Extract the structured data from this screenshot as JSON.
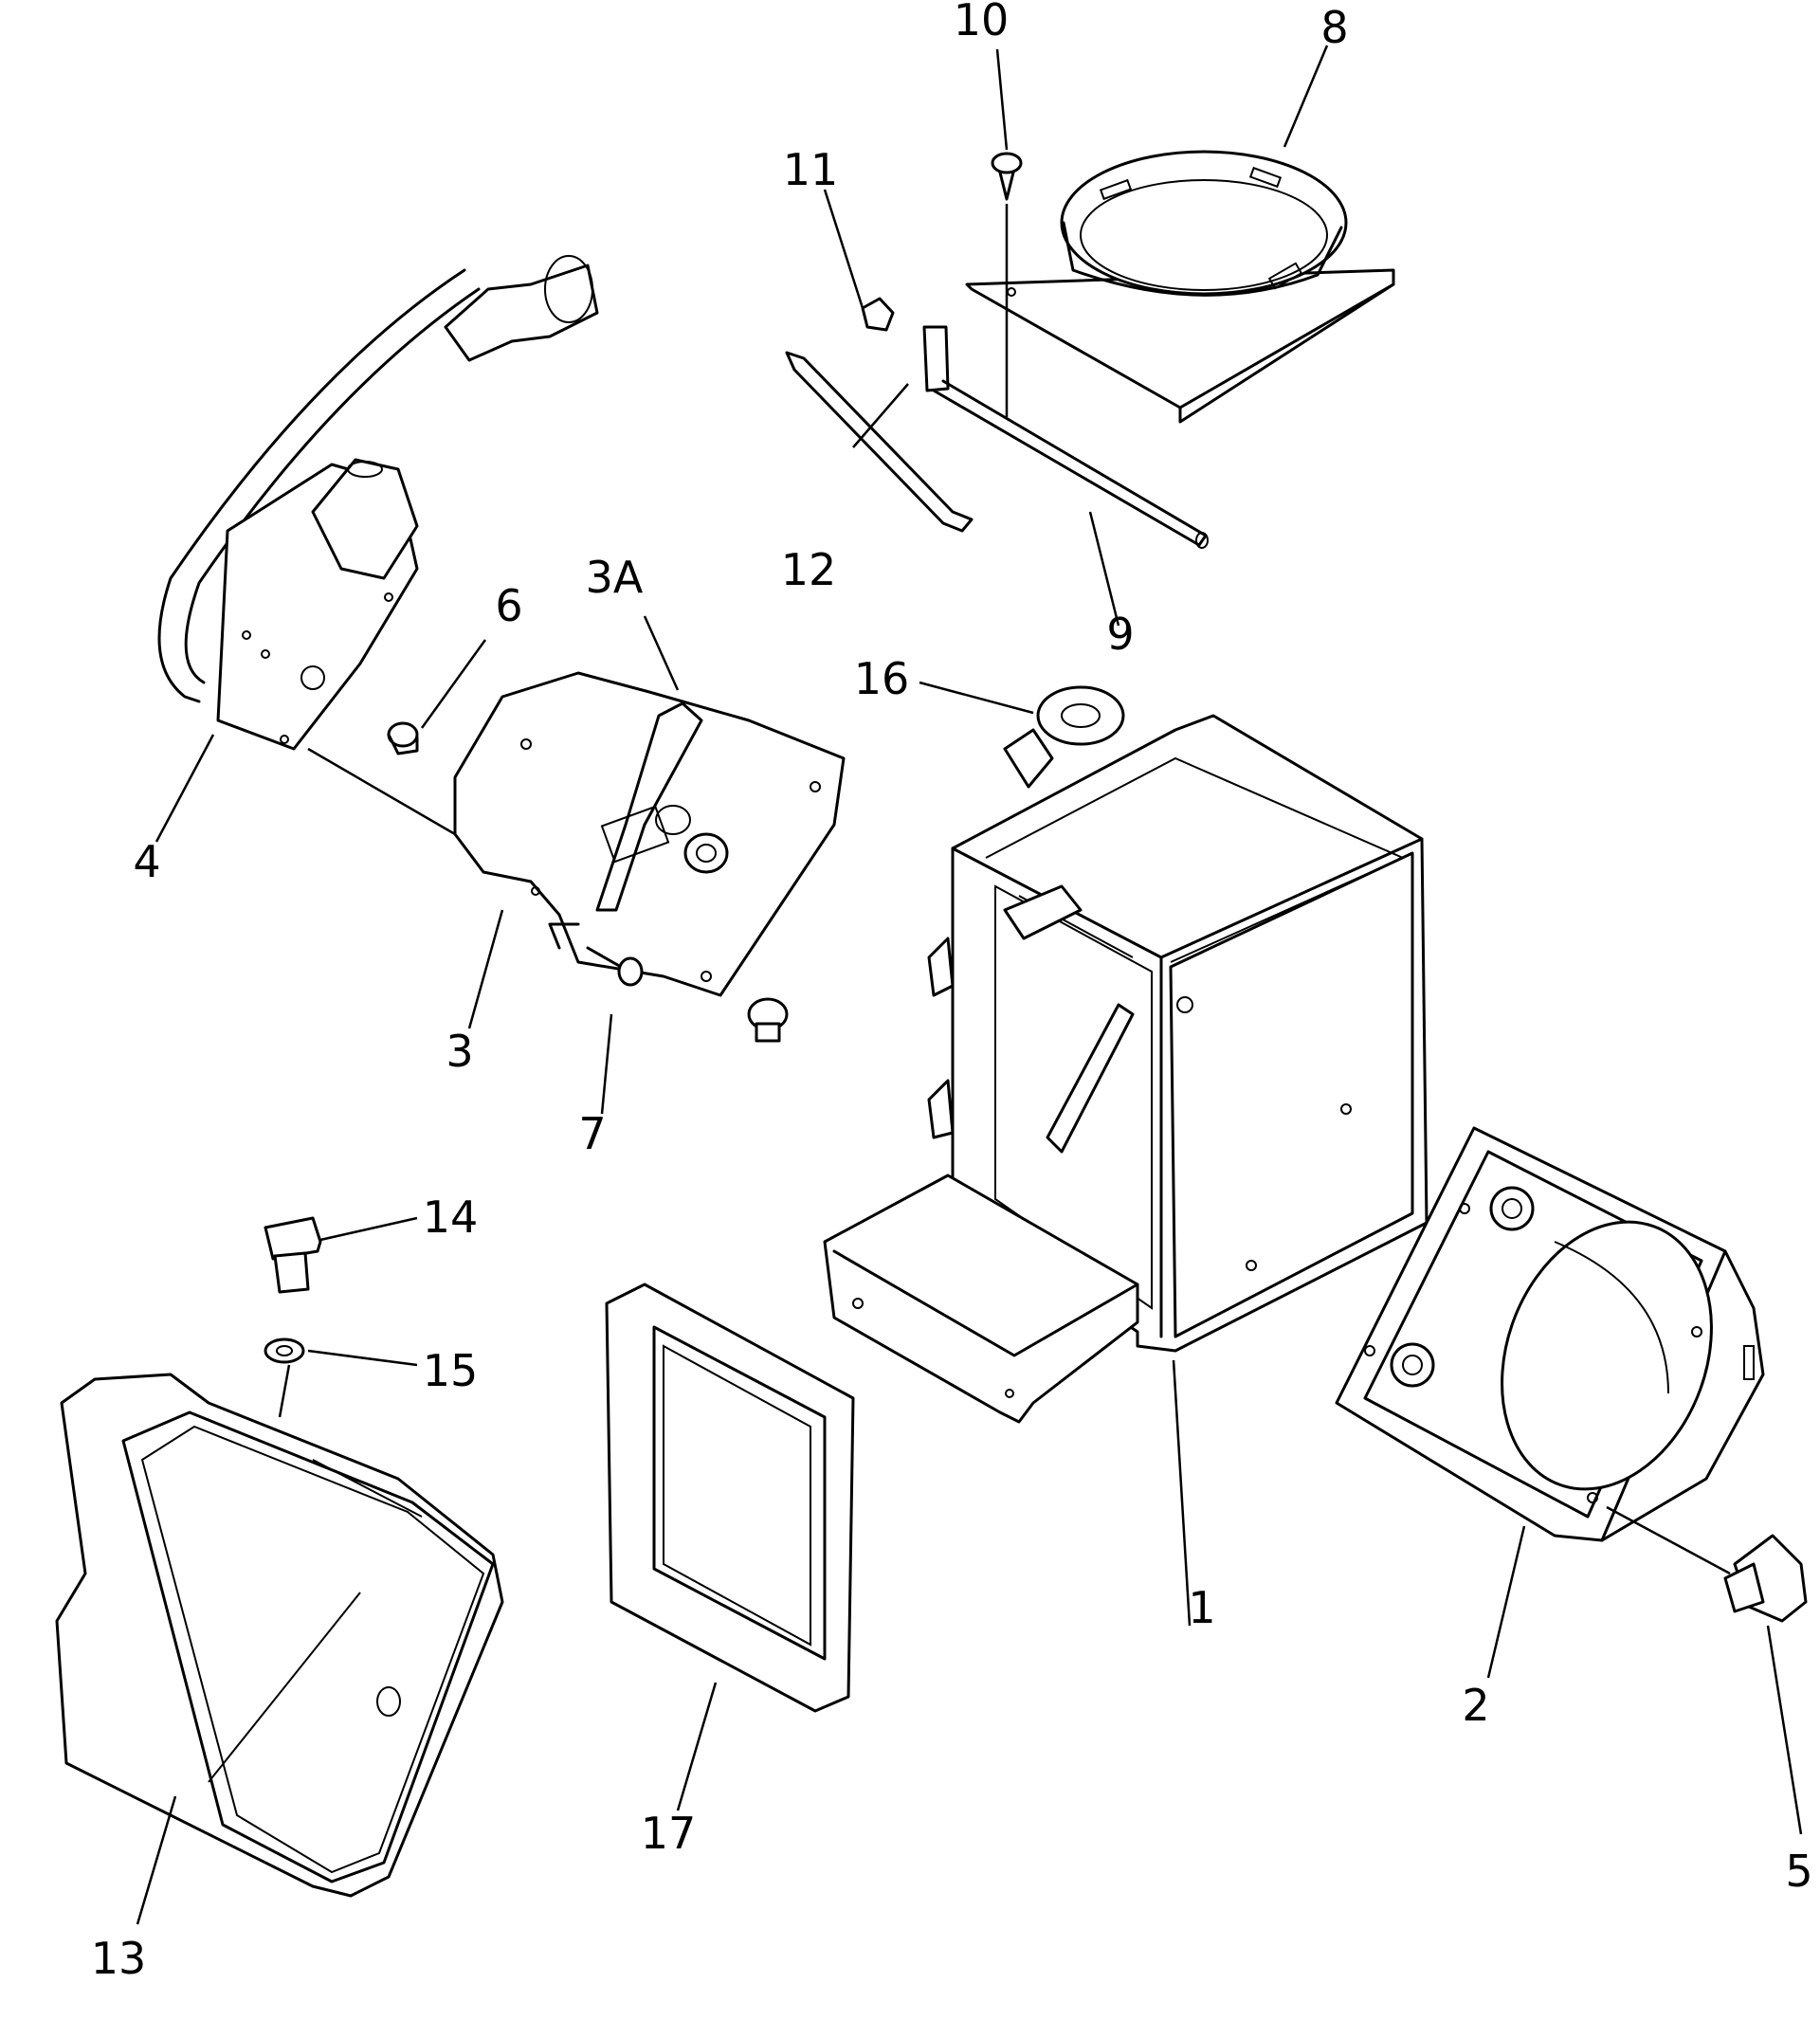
{
  "callouts": {
    "c1": "1",
    "c2": "2",
    "c3": "3",
    "c3a": "3A",
    "c4": "4",
    "c5": "5",
    "c6": "6",
    "c7": "7",
    "c8": "8",
    "c9": "9",
    "c10": "10",
    "c11": "11",
    "c12": "12",
    "c13": "13",
    "c14": "14",
    "c15": "15",
    "c16": "16",
    "c17": "17"
  }
}
